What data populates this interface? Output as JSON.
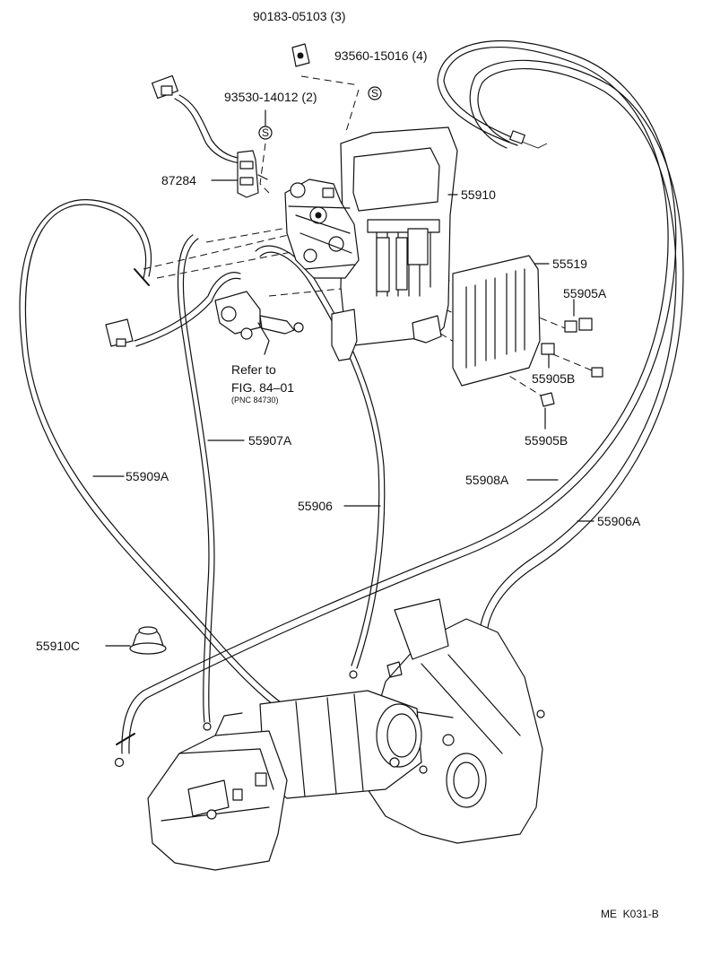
{
  "parts": {
    "p90183": "90183-05103 (3)",
    "p93560": "93560-15016 (4)",
    "p93530": "93530-14012 (2)",
    "p87284": "87284",
    "p55910": "55910",
    "p55519": "55519",
    "p55905A": "55905A",
    "p55905B_1": "55905B",
    "p55905B_2": "55905B",
    "p55907A": "55907A",
    "p55909A": "55909A",
    "p55906": "55906",
    "p55908A": "55908A",
    "p55906A": "55906A",
    "p55910C": "55910C"
  },
  "reference": {
    "line1": "Refer to",
    "line2": "FIG. 84–01",
    "line3": "(PNC 84730)"
  },
  "screw_symbol": "S",
  "figure_code": "ME  K031-B"
}
